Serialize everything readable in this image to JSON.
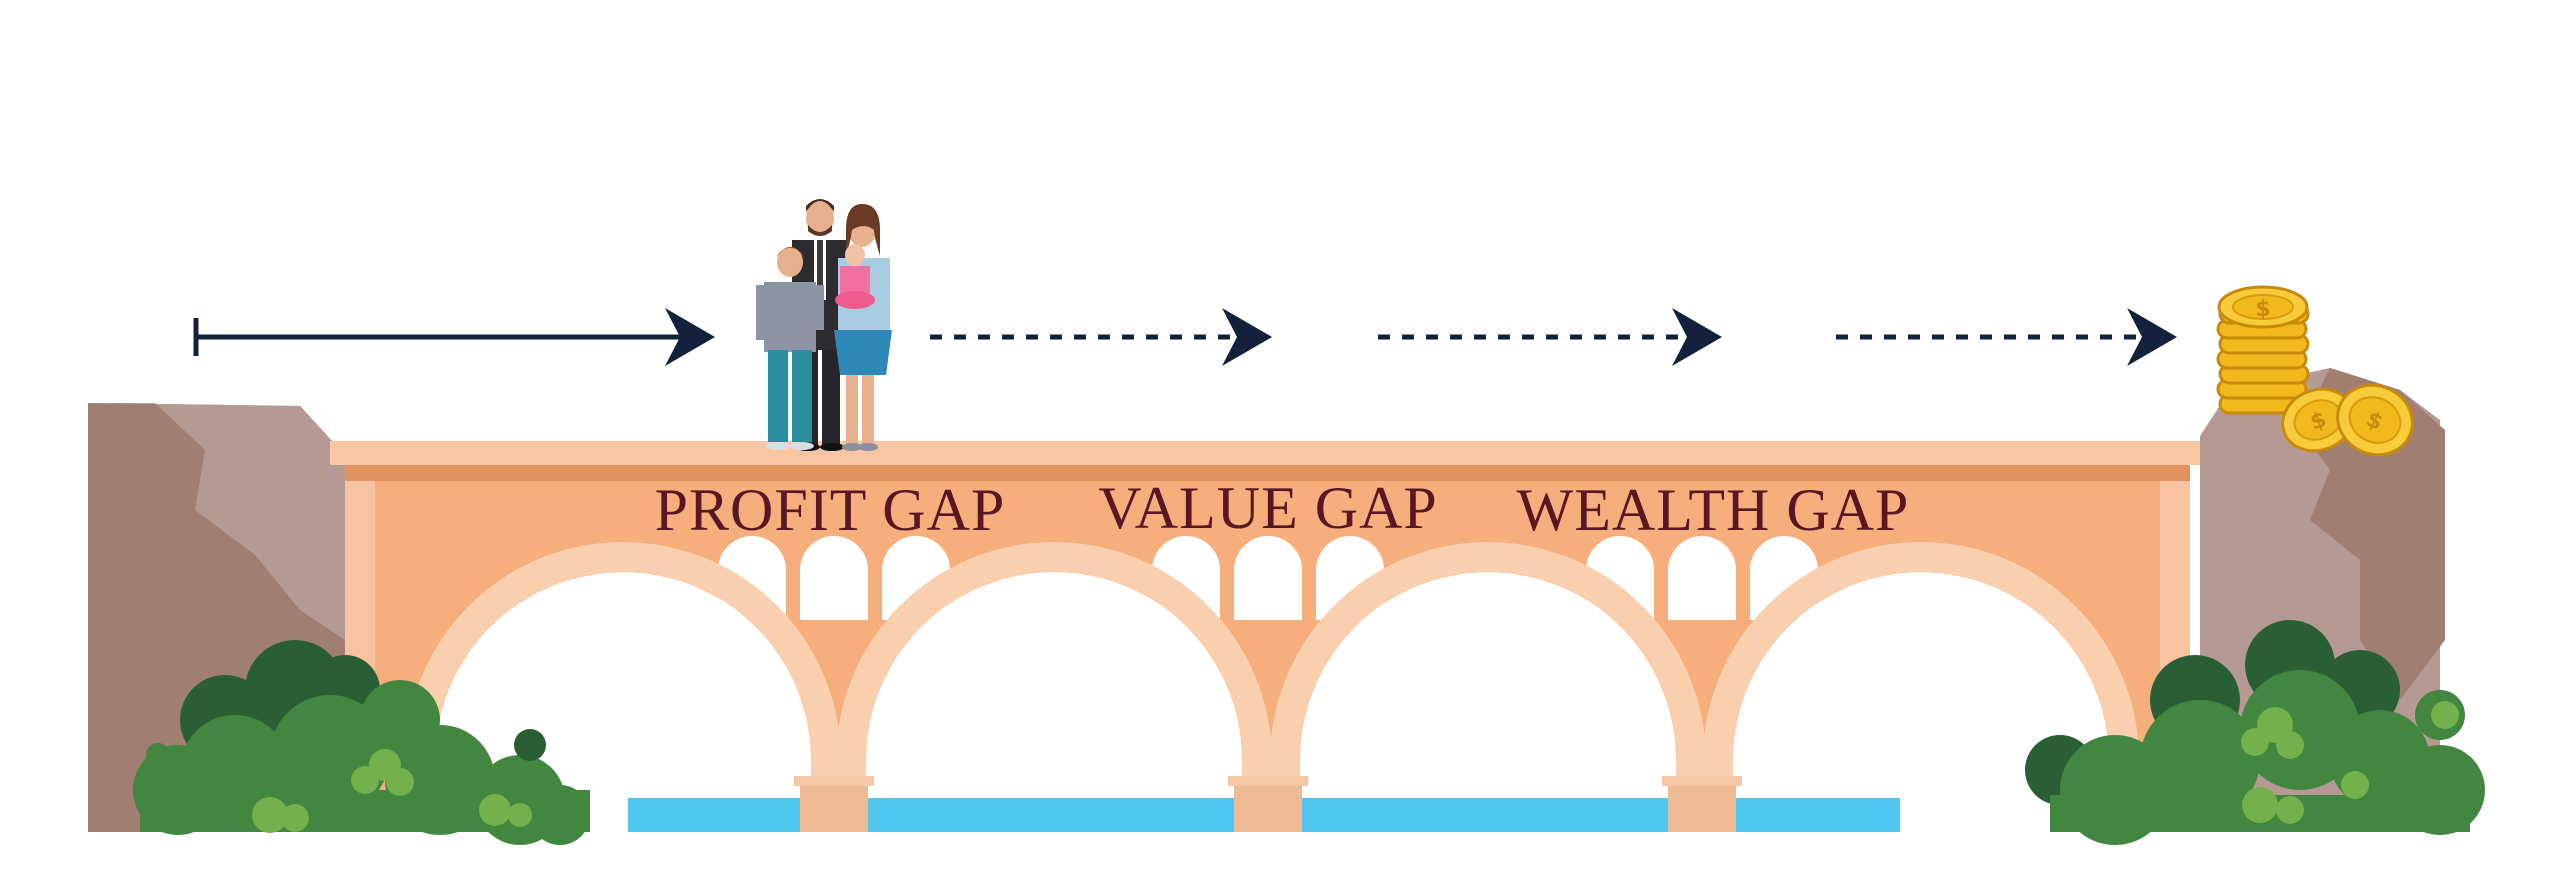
{
  "labels": {
    "profit_gap": "PROFIT GAP",
    "value_gap": "VALUE GAP",
    "wealth_gap": "WEALTH GAP"
  },
  "icons": {
    "family": "family-icon",
    "coins": "coin-stack-icon",
    "arrow_solid": "solid-arrow-icon",
    "arrow_dashed": "dashed-arrow-icon"
  },
  "colors": {
    "arrow": "#14213d",
    "bridge_body": "#f7ae7d",
    "bridge_deck": "#f8c6a3",
    "bridge_trim": "#e0925f",
    "arch": "#f9cfae",
    "water": "#4fc6f0",
    "rock_light": "#b59a94",
    "rock_dark": "#a07e72",
    "bush_dark": "#2a5f36",
    "bush_mid": "#43863f",
    "bush_light": "#72b14c",
    "label_text": "#5a1623",
    "coin_gold": "#f2b91c"
  }
}
